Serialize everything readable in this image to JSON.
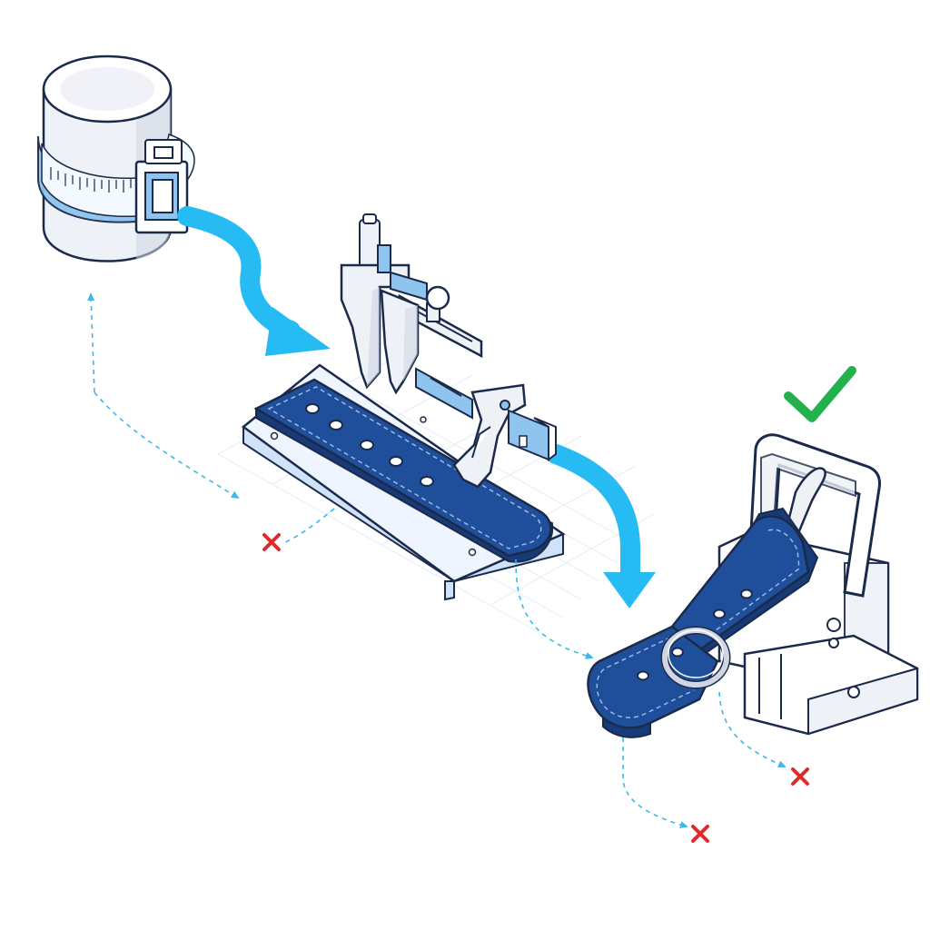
{
  "colors": {
    "background": "#ffffff",
    "outline": "#1b2a4a",
    "strap": "#1f4f9a",
    "strap_dark": "#163b78",
    "strap_stitch": "#9db8e6",
    "flow_arrow": "#26bcf3",
    "dashed": "#3fb7e8",
    "tint": "#8fc4ee",
    "metal": "#eef1f6",
    "metal_shade": "#cfd6e2",
    "grid": "#d7e4f3",
    "check": "#22b14c",
    "cross": "#e02a2a"
  },
  "stages": [
    {
      "name": "measure-cylinder",
      "icon": "tape-measure-wrapped-cylinder-icon"
    },
    {
      "name": "caliper-hole-punch",
      "icon": "caliper-icon"
    },
    {
      "name": "fitted-buckle-strap",
      "icon": "buckle-strap-icon"
    }
  ],
  "status": {
    "success": "check-mark-icon",
    "failures": 3,
    "failure_icon": "cross-mark-icon"
  }
}
